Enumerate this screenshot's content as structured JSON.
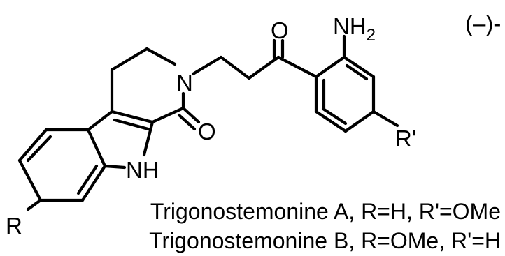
{
  "structure": {
    "stereo_descriptor": "(–)-",
    "atoms": {
      "carbonyl_oxygen_chain": "O",
      "amine_main": "NH",
      "amine_subscript": "2",
      "ring_nitrogen": "N",
      "lactam_oxygen": "O",
      "indole_nh": "NH",
      "substituent_r": "R",
      "substituent_r_prime": "R'"
    }
  },
  "compounds": [
    {
      "label": "Trigonostemonine A, R=H, R'=OMe"
    },
    {
      "label": "Trigonostemonine B, R=OMe, R'=H"
    }
  ],
  "colors": {
    "ink": "#000000",
    "background": "#ffffff"
  }
}
